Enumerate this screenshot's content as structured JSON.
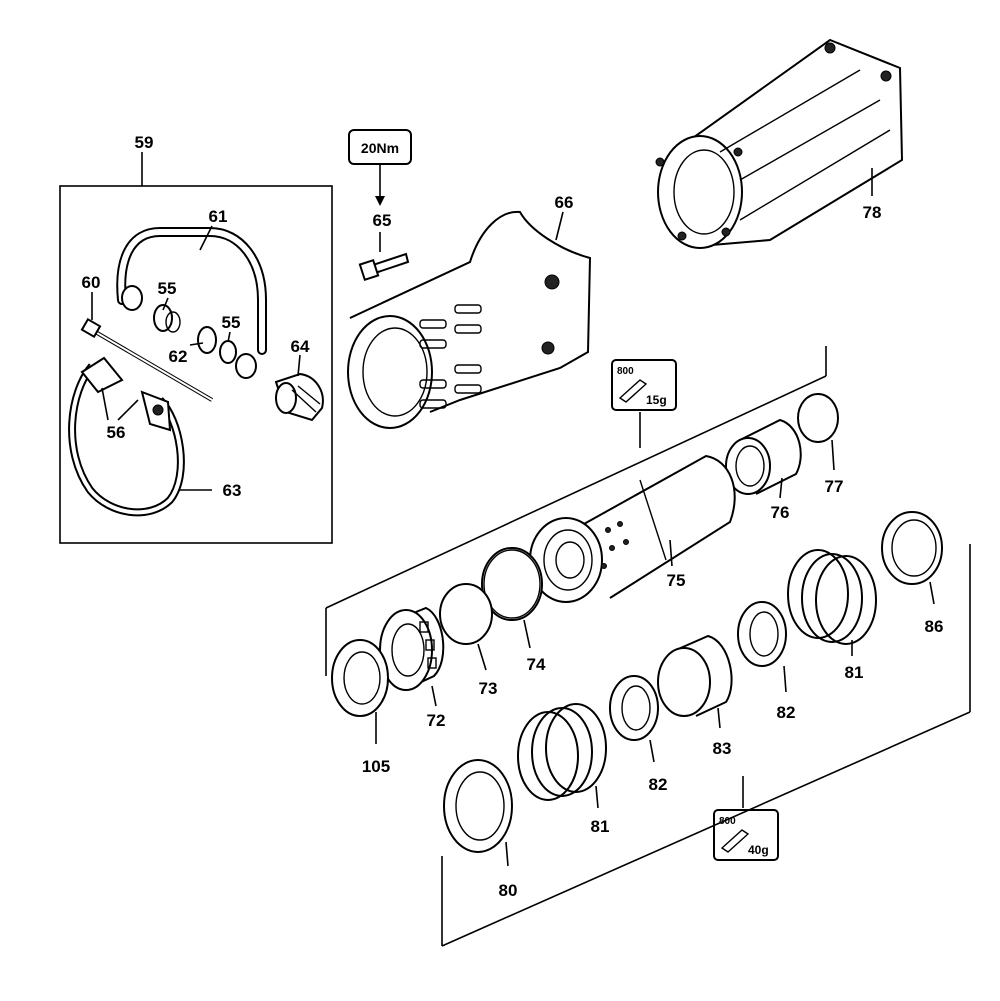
{
  "torque_spec": "20Nm",
  "grease_top": {
    "code": "800",
    "amount": "15g"
  },
  "grease_bottom": {
    "code": "800",
    "amount": "40g"
  },
  "labels": {
    "p59": "59",
    "p60": "60",
    "p61": "61",
    "p55a": "55",
    "p55b": "55",
    "p62": "62",
    "p64": "64",
    "p56": "56",
    "p63": "63",
    "p65": "65",
    "p66": "66",
    "p78": "78",
    "p77": "77",
    "p76": "76",
    "p75": "75",
    "p74": "74",
    "p73": "73",
    "p72": "72",
    "p105": "105",
    "p86": "86",
    "p81a": "81",
    "p82a": "82",
    "p83": "83",
    "p82b": "82",
    "p81b": "81",
    "p80": "80"
  }
}
